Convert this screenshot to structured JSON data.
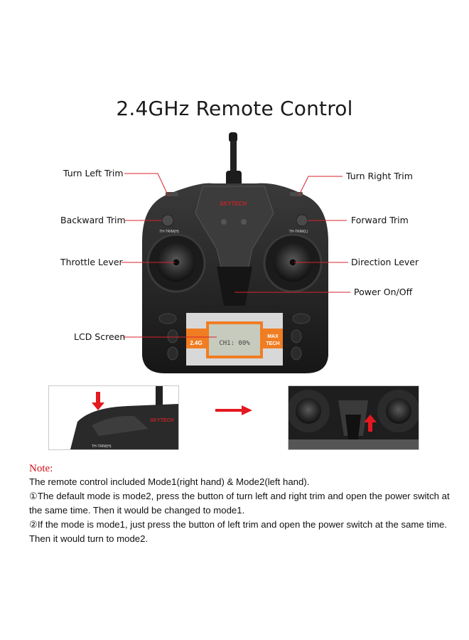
{
  "title": "2.4GHz Remote Control",
  "labels": {
    "turn_left_trim": "Turn Left Trim",
    "turn_right_trim": "Turn Right Trim",
    "backward_trim": "Backward Trim",
    "forward_trim": "Forward Trim",
    "throttle_lever": "Throttle Lever",
    "direction_lever": "Direction Lever",
    "power": "Power On/Off",
    "lcd_screen": "LCD Screen"
  },
  "device": {
    "brand": "SKYTECH",
    "left_trim_label": "TH-TRIM(H)",
    "right_trim_label": "TH-TRIM(L)",
    "badge_left": "2.4G",
    "badge_right_1": "MAX",
    "badge_right_2": "TECH",
    "lcd_text": "CH1: 00%"
  },
  "colors": {
    "leader_line": "#d9232d",
    "accent_orange": "#f07d22",
    "note_red": "#d0121b",
    "arrow_red": "#e3191f"
  },
  "note": {
    "heading": "Note:",
    "lines": [
      "The remote control included Mode1(right hand) & Mode2(left hand).",
      "①The default mode is mode2, press the button of turn left and right trim and open the power switch at",
      "the same time. Then it would be changed to mode1.",
      "②If the mode is mode1, just press the button of left trim and open the power switch at the same time.",
      "Then it would turn to mode2."
    ]
  }
}
